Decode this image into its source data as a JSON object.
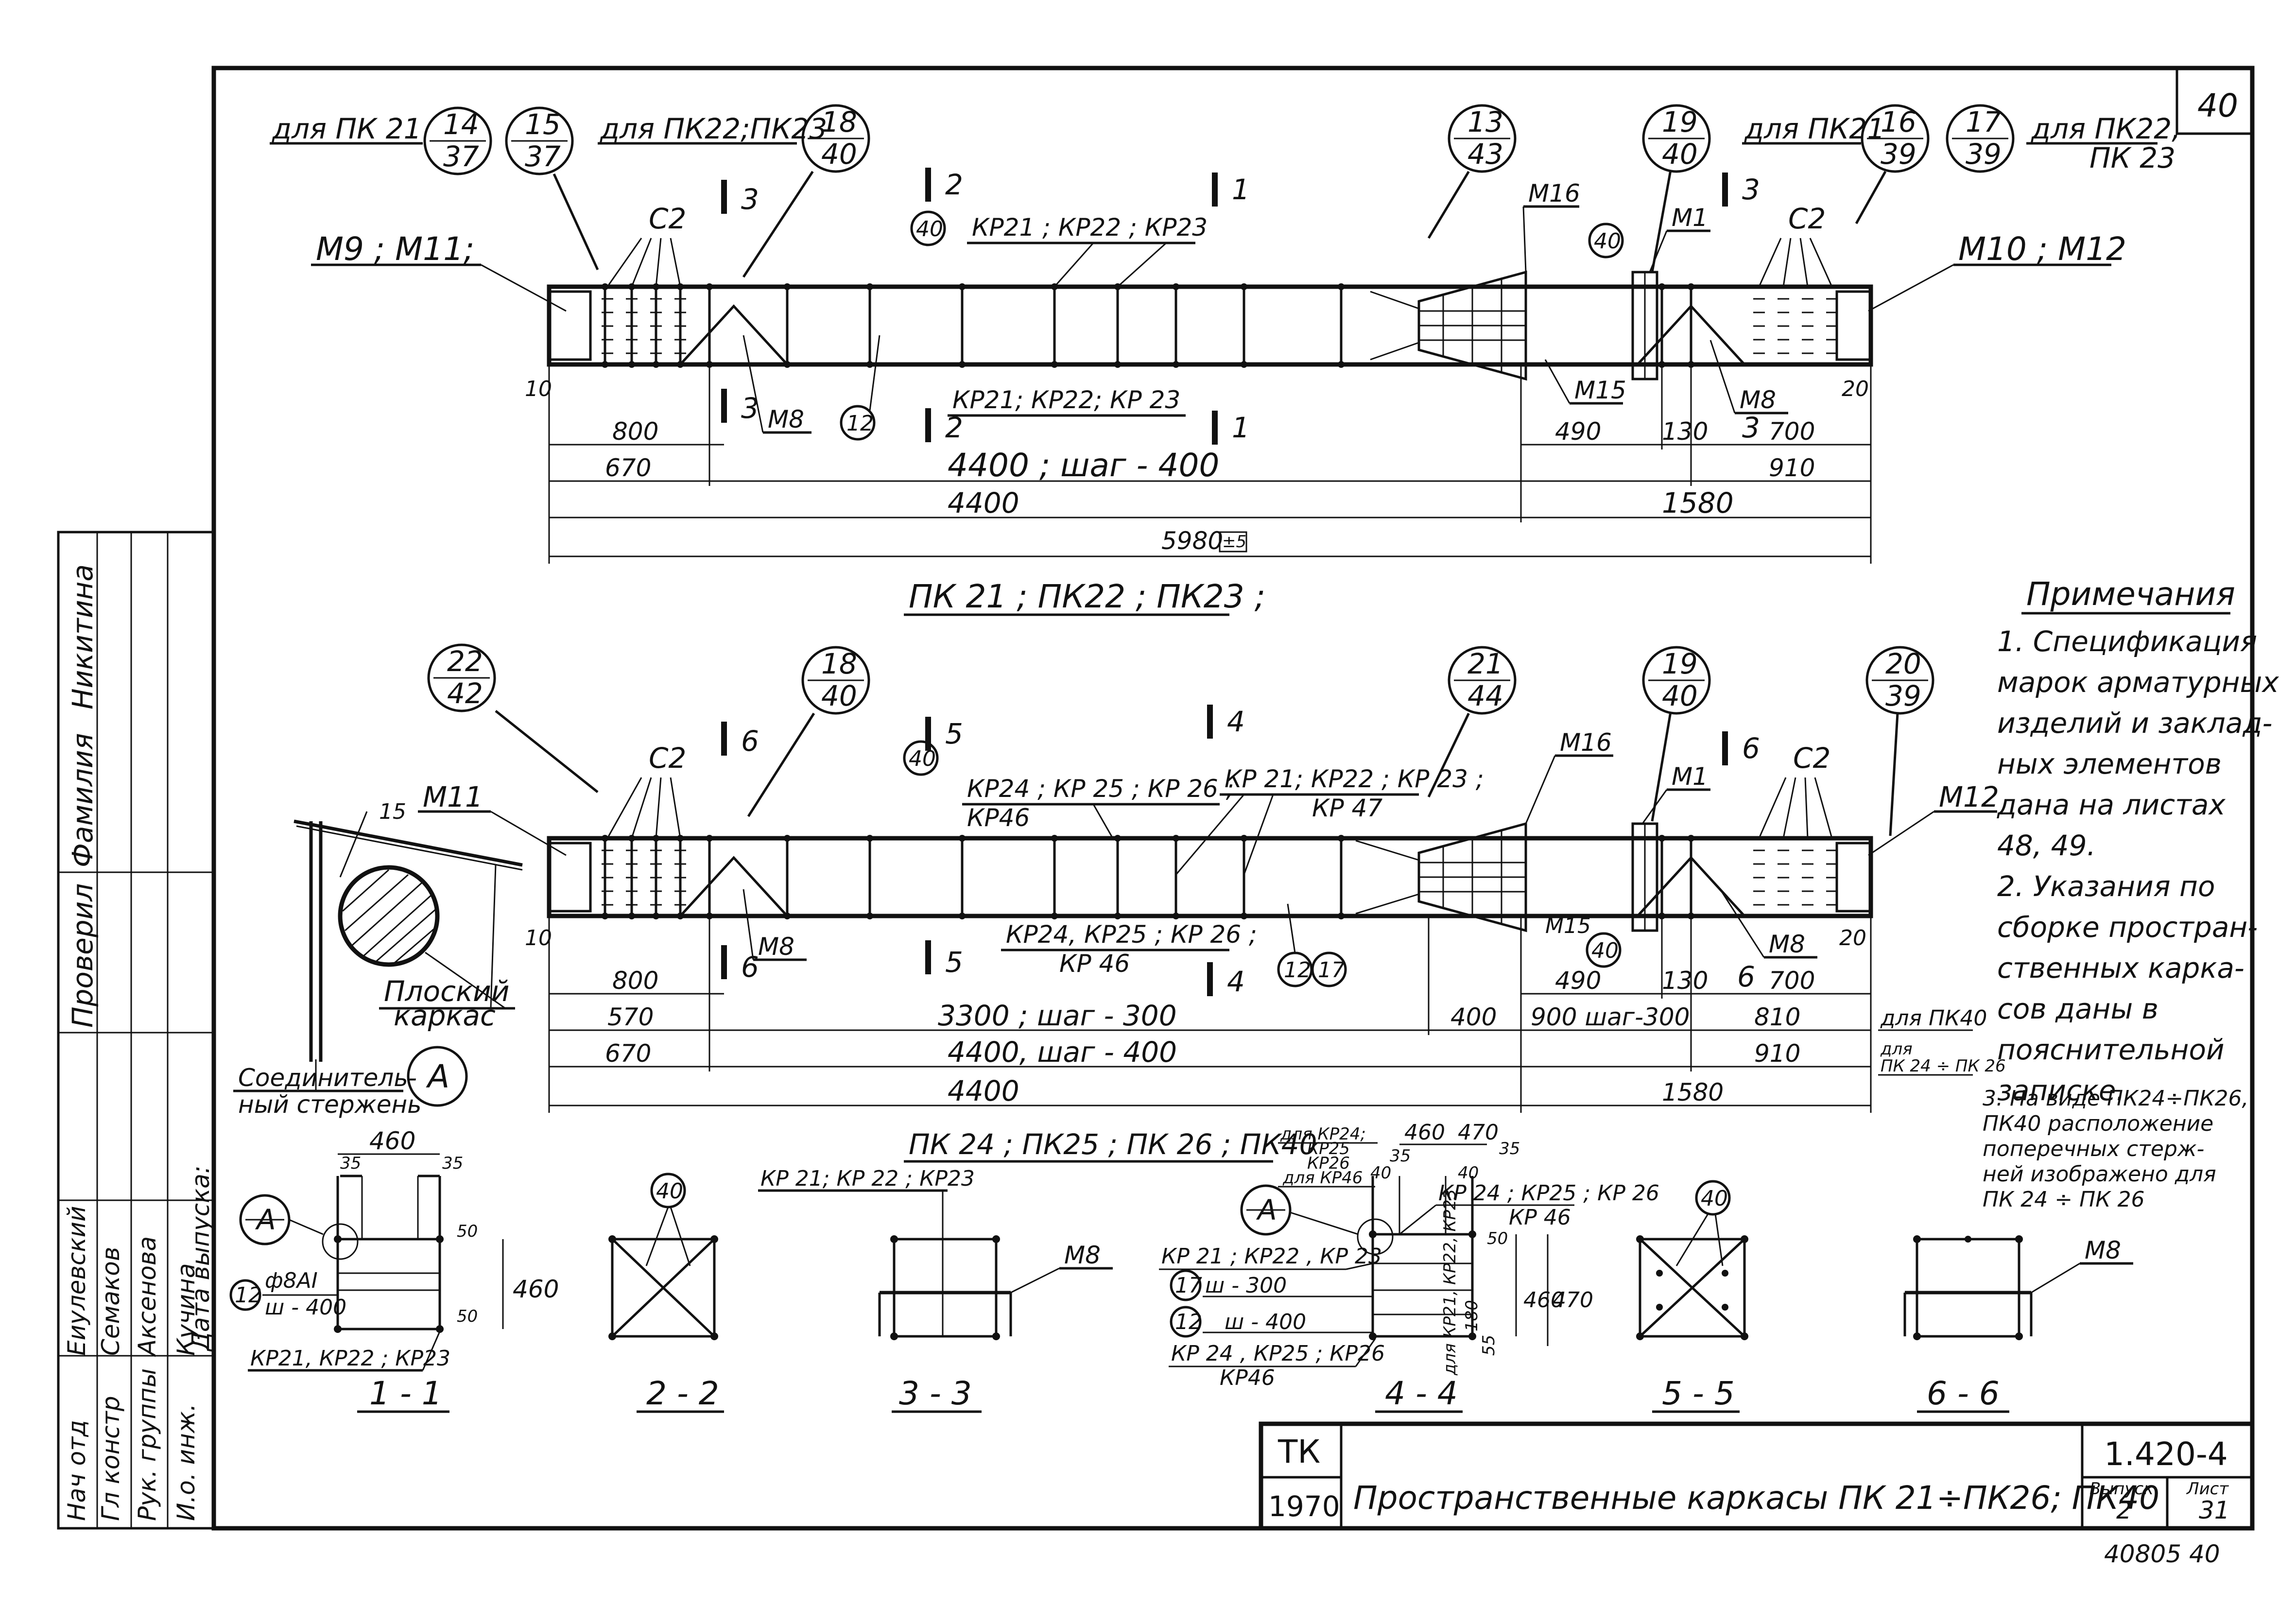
{
  "sheet_number": "40",
  "bottom_number": "40805   40",
  "title_block": {
    "org": "ТК",
    "year": "1970",
    "code": "1.420-4",
    "title": "Пространственные каркасы ПК 21÷ПК26; ПК40",
    "issue_label": "Выпуск",
    "sheet_label": "Лист",
    "issue": "2",
    "sheet": "31"
  },
  "sign_block": {
    "rows": [
      {
        "role": "Нач отд",
        "name": "Еиулевский"
      },
      {
        "role": "Гл констр",
        "name": "Семаков"
      },
      {
        "role": "Рук. группы",
        "name": "Аксенова"
      },
      {
        "role": "И.о. инж.",
        "name": "Кучина"
      }
    ],
    "release_label": "Дата выпуска:",
    "checked_label": "Проверил",
    "checked_name": "Фамилия",
    "inspector": "Никитина"
  },
  "top_assembly": {
    "caption": "ПК 21 ; ПК22 ; ПК23 ;",
    "for_pk21_left": "для ПК 21",
    "for_pk22_left": "для ПК22;ПК23",
    "for_pk21_right": "для ПК21",
    "for_pk22_right": "для ПК22,",
    "for_pk23_right": "ПК 23",
    "callouts": [
      {
        "top": "14",
        "bottom": "37"
      },
      {
        "top": "15",
        "bottom": "37"
      },
      {
        "top": "18",
        "bottom": "40"
      },
      {
        "top": "13",
        "bottom": "43"
      },
      {
        "top": "19",
        "bottom": "40"
      },
      {
        "top": "16",
        "bottom": "39"
      },
      {
        "top": "17",
        "bottom": "39"
      }
    ],
    "labels": {
      "m9m11": "М9 ; М11;",
      "m10m12": "М10 ; М12",
      "c2": "С2",
      "kp_top": "КР21 ; КР22 ; КР23",
      "kp_bottom": "КР21; КР22; КР 23",
      "m8": "М8",
      "m16": "М16",
      "m1": "М1",
      "m15": "М15",
      "circ40": "40",
      "circ12": "12",
      "sec1": "1",
      "sec2": "2",
      "sec3": "3"
    },
    "dims": {
      "d10": "10",
      "d800": "800",
      "d670": "670",
      "d4400a": "4400 ;   шаг - 400",
      "d4400b": "4400",
      "d490": "490",
      "d130": "130",
      "d700": "700",
      "d910": "910",
      "d1580": "1580",
      "d20": "20",
      "d5980": "5980",
      "tol": "±5"
    }
  },
  "bottom_assembly": {
    "caption": "ПК 24 ; ПК25 ; ПК 26 ; ПК40",
    "callouts": [
      {
        "top": "22",
        "bottom": "42"
      },
      {
        "top": "18",
        "bottom": "40"
      },
      {
        "top": "21",
        "bottom": "44"
      },
      {
        "top": "19",
        "bottom": "40"
      },
      {
        "top": "20",
        "bottom": "39"
      }
    ],
    "labels": {
      "m11": "М11",
      "m12": "М12",
      "c2": "С2",
      "kp_a": "КР24 ; КР 25 ; КР 26 ;",
      "kp_a2": "КР46",
      "kp_b": "КР 21; КР22 ; КР 23 ;",
      "kp_b2": "КР 47",
      "kp_c": "КР24, КР25 ; КР 26 ;",
      "kp_c2": "КР 46",
      "m8": "М8",
      "m16": "М16",
      "m1": "М1",
      "m15": "М15",
      "circ40": "40",
      "circ12": "12",
      "circ17": "17",
      "sec4": "4",
      "sec5": "5",
      "sec6": "6"
    },
    "dims": {
      "d10": "10",
      "d800": "800",
      "d570": "570",
      "d3300": "3300 ;     шаг - 300",
      "d400": "400",
      "d900": "900 шаг-300",
      "d810": "810",
      "for_pk40": "для ПК40",
      "d670": "670",
      "d4400a": "4400,    шаг - 400",
      "d910": "910",
      "for_pk24": "для",
      "for_pk24b": "ПК 24 ÷ ПК 26",
      "d4400b": "4400",
      "d1580": "1580",
      "d490": "490",
      "d130": "130",
      "d700": "700",
      "d20": "20"
    }
  },
  "detail_a": {
    "angle": "15",
    "flat_frame": "Плоский",
    "flat_frame2": "каркас",
    "connector": "Соединитель-",
    "connector2": "ный стержень",
    "mark": "А"
  },
  "notes": {
    "heading": "Примечания",
    "lines": [
      "1. Спецификация",
      "марок арматурных",
      "изделий и заклад-",
      "ных элементов",
      "дана на листах",
      "48, 49.",
      "2. Указания по",
      "сборке простран-",
      "ственных карка-",
      "сов даны в",
      "пояснительной",
      "записке."
    ],
    "note3": [
      "3. На виде ПК24÷ПК26,",
      "ПК40 расположение",
      "поперечных стерж-",
      "ней изображено для",
      "ПК 24 ÷ ПК 26"
    ]
  },
  "sections": {
    "s11": {
      "title": "1 - 1",
      "w": "460",
      "h": "460",
      "d35a": "35",
      "d35b": "35",
      "d50a": "50",
      "d50b": "50",
      "mark": "А",
      "rod": "ф8АI",
      "step": "ш - 400",
      "circ": "12",
      "kp": "КР21, КР22 ; КР23"
    },
    "s22": {
      "title": "2 - 2",
      "circ": "40"
    },
    "s33": {
      "title": "3 - 3",
      "kp": "КР 21; КР 22 ; КР23",
      "m8": "М8"
    },
    "s44": {
      "title": "4 - 4",
      "for1": "для КР24;",
      "for2": "КР25",
      "for3": "КР26",
      "for4": "для КР46",
      "w460": "460",
      "w470": "470",
      "d35a": "35",
      "d35b": "35",
      "d40a": "40",
      "d40b": "40",
      "h460": "460",
      "h470": "470",
      "mark": "А",
      "kp_top": "КР 24 ; КР25 ; КР 26",
      "kp_top2": "КР 46",
      "kp_mid": "КР 21 ; КР22 , КР 23",
      "step300": "ш - 300",
      "step400": "ш - 400",
      "kp_bot": "КР 24 , КР25 ; КР26",
      "kp_bot2": "КР46",
      "circ17": "17",
      "circ12": "12",
      "d50": "50",
      "d180": "180",
      "d55": "55",
      "side": "для КР21, КР22, КР23"
    },
    "s55": {
      "title": "5 - 5",
      "circ": "40"
    },
    "s66": {
      "title": "6 - 6",
      "m8": "М8"
    }
  }
}
